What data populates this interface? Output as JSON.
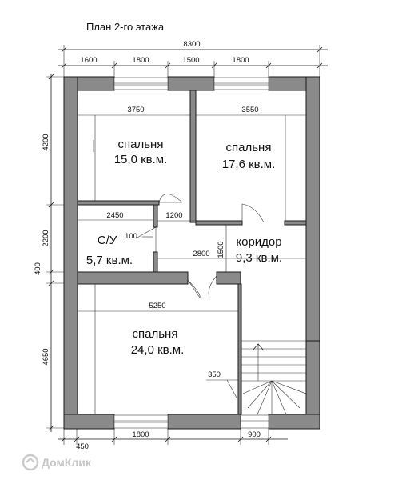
{
  "title": "План 2-го этажа",
  "dimensions": {
    "overall_width": "8300",
    "top_segments": [
      "1600",
      "1800",
      "1500",
      "1800"
    ],
    "left_segments": [
      "4200",
      "2200",
      "400",
      "4650"
    ],
    "bottom_segments": [
      "450",
      "1800",
      "900"
    ],
    "interior": {
      "bedroom1_width": "3750",
      "bedroom2_width": "3550",
      "bath_width": "2450",
      "bath_door": "1200",
      "bath_wall": "100",
      "corridor_width": "2800",
      "corridor_height": "1500",
      "bedroom3_width": "5250",
      "stair_gap": "350"
    }
  },
  "rooms": [
    {
      "name": "спальня",
      "area": "15,0 кв.м."
    },
    {
      "name": "спальня",
      "area": "17,6 кв.м."
    },
    {
      "name": "С/У",
      "area": "5,7 кв.м."
    },
    {
      "name": "коридор",
      "area": "9,3 кв.м."
    },
    {
      "name": "спальня",
      "area": "24,0 кв.м."
    }
  ],
  "watermark": {
    "text": "ДомКлик"
  }
}
